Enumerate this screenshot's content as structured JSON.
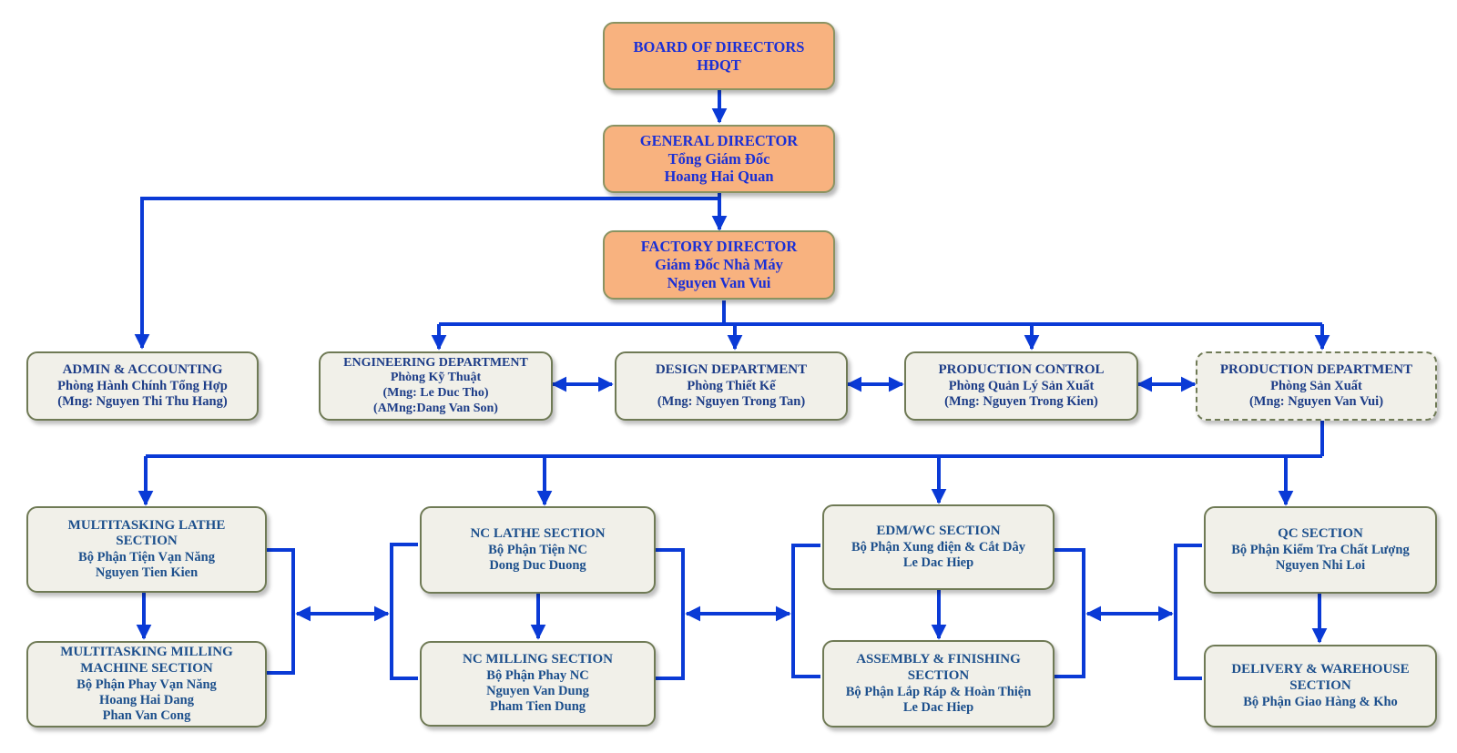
{
  "board": {
    "title": "BOARD OF DIRECTORS",
    "vi": "HĐQT"
  },
  "general_director": {
    "title": "GENERAL DIRECTOR",
    "vi": "Tổng Giám Đốc",
    "name": "Hoang Hai Quan"
  },
  "factory_director": {
    "title": "FACTORY DIRECTOR",
    "vi": "Giám Đốc Nhà Máy",
    "name": "Nguyen Van Vui"
  },
  "admin": {
    "title": "ADMIN & ACCOUNTING",
    "vi": "Phòng Hành Chính  Tổng Hợp",
    "mgr": "(Mng: Nguyen Thi Thu Hang)"
  },
  "engineering": {
    "title": "ENGINEERING DEPARTMENT",
    "vi": "Phòng Kỹ Thuật",
    "mgr": "(Mng: Le Duc Tho)",
    "amgr": "(AMng:Dang Van Son)"
  },
  "design": {
    "title": "DESIGN DEPARTMENT",
    "vi": "Phòng Thiết Kế",
    "mgr": "(Mng:  Nguyen Trong Tan)"
  },
  "production_control": {
    "title": "PRODUCTION CONTROL",
    "vi": "Phòng Quản Lý Sản Xuất",
    "mgr": "(Mng: Nguyen Trong Kien)"
  },
  "production_dept": {
    "title": "PRODUCTION DEPARTMENT",
    "vi": "Phòng Sản Xuất",
    "mgr": "(Mng: Nguyen Van Vui)"
  },
  "multi_lathe": {
    "title1": "MULTITASKING LATHE",
    "title2": "SECTION",
    "vi": "Bộ Phận Tiện Vạn Năng",
    "name": "Nguyen Tien Kien"
  },
  "multi_milling": {
    "title1": "MULTITASKING MILLING",
    "title2": "MACHINE SECTION",
    "vi": "Bộ Phận Phay Vạn Năng",
    "name1": "Hoang  Hai Dang",
    "name2": "Phan Van Cong"
  },
  "nc_lathe": {
    "title": "NC LATHE SECTION",
    "vi": "Bộ Phận Tiện NC",
    "name": "Dong Duc Duong"
  },
  "nc_milling": {
    "title": "NC MILLING SECTION",
    "vi": "Bộ Phận Phay NC",
    "name1": "Nguyen Van Dung",
    "name2": "Pham Tien Dung"
  },
  "edm": {
    "title": "EDM/WC SECTION",
    "vi": "Bộ Phận Xung điện & Cắt Dây",
    "name": "Le Dac Hiep"
  },
  "assembly": {
    "title1": "ASSEMBLY & FINISHING",
    "title2": "SECTION",
    "vi": "Bộ Phận Lắp Ráp & Hoàn Thiện",
    "name": "Le Dac Hiep"
  },
  "qc": {
    "title": "QC SECTION",
    "vi": "Bộ Phận Kiểm Tra Chất Lượng",
    "name": "Nguyen Nhi Loi"
  },
  "delivery": {
    "title1": "DELIVERY & WAREHOUSE",
    "title2": "SECTION",
    "vi": "Bộ Phận Giao Hàng & Kho"
  },
  "colors": {
    "connector": "#0a3ad6",
    "executive_fill": "#f8b27f",
    "box_fill": "#f1f0e9",
    "box_border": "#6f7a55"
  }
}
